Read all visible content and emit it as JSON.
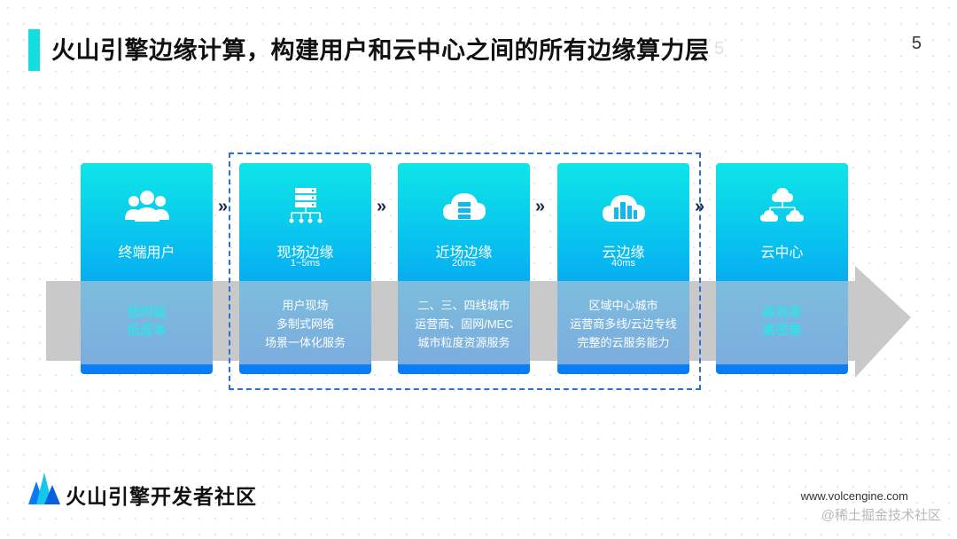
{
  "header": {
    "title": "火山引擎边缘计算，构建用户和云中心之间的所有边缘算力层",
    "page_number": "5",
    "ghost_page_number": "5"
  },
  "colors": {
    "accent_cyan": "#12dde0",
    "card_top": "#0ee6e7",
    "card_bottom": "#0a7bf5",
    "dashed_border": "#2d6fd8",
    "arrow_band": "#bfbfbf"
  },
  "cards": [
    {
      "name": "终端用户",
      "latency": "",
      "icon": "users-icon",
      "lines": [
        "低时延",
        "低成本"
      ]
    },
    {
      "name": "现场边缘",
      "latency": "1~5ms",
      "icon": "server-network-icon",
      "lines": [
        "用户现场",
        "多制式网络",
        "场景一体化服务"
      ]
    },
    {
      "name": "近场边缘",
      "latency": "20ms",
      "icon": "cloud-server-icon",
      "lines": [
        "二、三、四线城市",
        "运营商、固网/MEC",
        "城市粒度资源服务"
      ]
    },
    {
      "name": "云边缘",
      "latency": "40ms",
      "icon": "cloud-city-icon",
      "lines": [
        "区域中心城市",
        "运营商多线/云边专线",
        "完整的云服务能力"
      ]
    },
    {
      "name": "云中心",
      "latency": "",
      "icon": "cloud-network-icon",
      "lines": [
        "高效率",
        "高密集"
      ]
    }
  ],
  "chevron_glyph": "»",
  "footer": {
    "brand": "火山引擎开发者社区",
    "url": "www.volcengine.com",
    "watermark": "@稀土掘金技术社区"
  }
}
